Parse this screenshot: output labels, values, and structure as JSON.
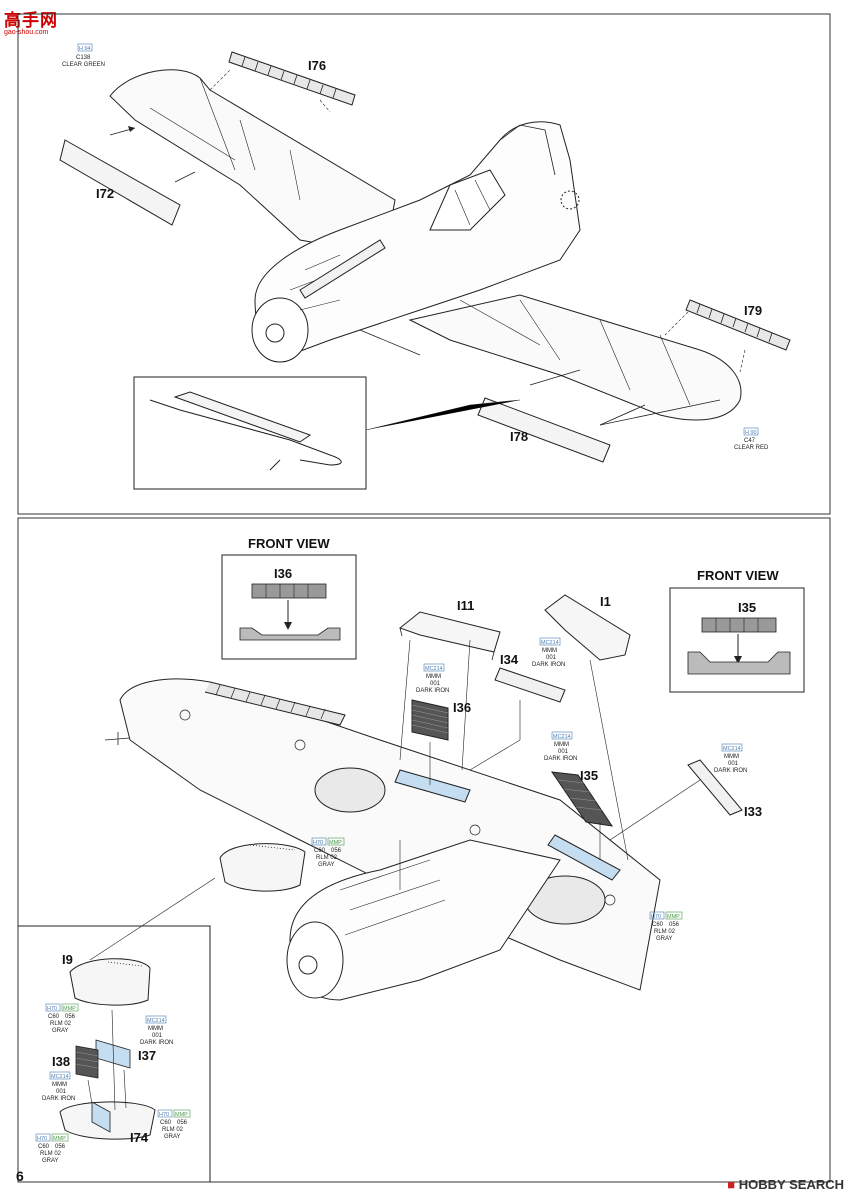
{
  "watermark_top": {
    "chinese": "高手网",
    "url": "gao-shou.com"
  },
  "watermark_bottom": {
    "brand": "HOBBY SEARCH"
  },
  "page_number": "6",
  "top_panel": {
    "parts": {
      "i76": "I76",
      "i72": "I72",
      "i79": "I79",
      "i78": "I78"
    },
    "clear_green": {
      "code1": "H 94",
      "code2": "C138",
      "label": "CLEAR GREEN"
    },
    "clear_red": {
      "code1": "H 90",
      "code2": "C47",
      "label": "CLEAR RED"
    }
  },
  "bottom_panel": {
    "front_view_left": {
      "title": "FRONT VIEW",
      "part": "I36"
    },
    "front_view_right": {
      "title": "FRONT VIEW",
      "part": "I35"
    },
    "parts": {
      "i11": "I11",
      "i1": "I1",
      "i34": "I34",
      "i36": "I36",
      "i35": "I35",
      "i33": "I33",
      "i9": "I9",
      "i38": "I38",
      "i37": "I37",
      "i74": "I74"
    },
    "dark_iron": {
      "code1": "MC214",
      "code2": "MMM",
      "code3": "001",
      "label": "DARK IRON"
    },
    "rlm02": {
      "code1": "H70",
      "code2": "MMP",
      "code3": "C60",
      "code4": "056",
      "label1": "RLM 02",
      "label2": "GRAY"
    }
  },
  "colors": {
    "line": "#222222",
    "green_box": "#4a9a4a",
    "blue_box": "#4a7fb5",
    "light_blue": "#c5ddf0",
    "dark_grid": "#555555"
  }
}
